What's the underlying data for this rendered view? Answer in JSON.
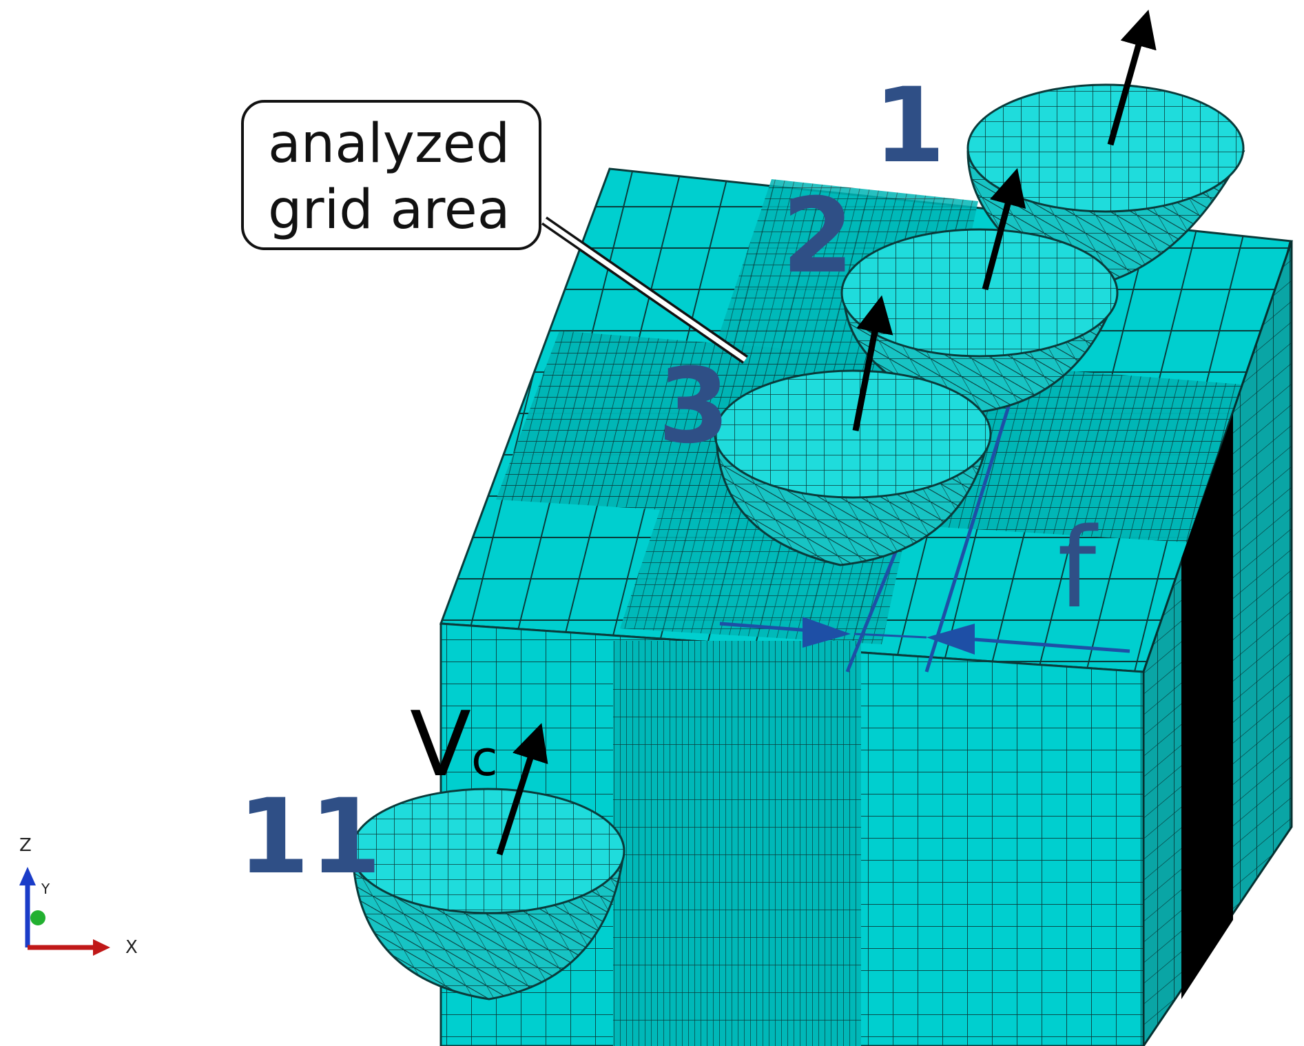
{
  "callout": {
    "line1": "analyzed",
    "line2": "grid area"
  },
  "tool_labels": {
    "t1": "1",
    "t2": "2",
    "t3": "3",
    "t11": "11"
  },
  "feed_label": "f",
  "speed_label": {
    "v": "V",
    "sub": "c"
  },
  "triad": {
    "z": "Z",
    "y": "Y",
    "x": "X"
  },
  "colors": {
    "mesh_face": "#00c8c8",
    "mesh_light": "#1fe3e3",
    "mesh_line": "#0a3a3a",
    "side_dark": "#0b9a9a",
    "label_blue": "#2f4f86",
    "arrow": "#000000",
    "line_blue": "#1e4fa6"
  }
}
